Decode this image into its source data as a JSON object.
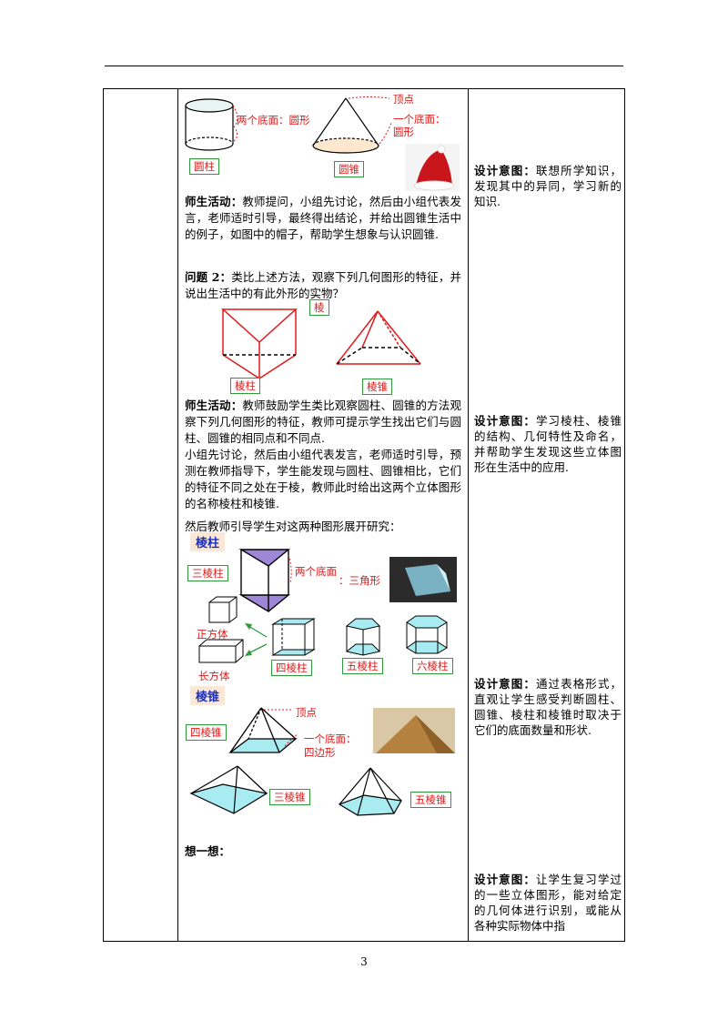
{
  "page_number": "3",
  "fig1": {
    "cylinder_label": "圆柱",
    "two_bases": "两个底面：圆形",
    "apex": "顶点",
    "one_base": "一个底面：",
    "one_base_shape": "圆形",
    "cone_label": "圆锥"
  },
  "para1": {
    "lead": "师生活动：",
    "text": "教师提问，小组先讨论，然后由小组代表发言，老师适时引导，最终得出结论，并给出圆锥生活中的例子，如图中的帽子，帮助学生想象与认识圆锥."
  },
  "q2": {
    "lead": "问题 2：",
    "text": "类比上述方法，观察下列几何图形的特征，并说出生活中的有此外形的实物？"
  },
  "fig2": {
    "edge": "棱",
    "prism": "棱柱",
    "pyramid": "棱锥"
  },
  "para2": {
    "lead": "师生活动：",
    "text1": "教师鼓励学生类比观察圆柱、圆锥的方法观察下列几何图形的特征，教师可提示学生找出它们与圆柱、圆锥的相同点和不同点.",
    "text2": "小组先讨论，然后由小组代表发言，老师适时引导，预测在教师指导下，学生能发现与圆柱、圆锥相比，它们的特征不同之处在于棱，教师此时给出这两个立体图形的名称棱柱和棱锥."
  },
  "para3": "然后教师引导学生对这两种图形展开研究：",
  "fig3": {
    "prism_tag": "棱柱",
    "tri_prism": "三棱柱",
    "two_bases": "两个底面",
    "triangle": "：三角形",
    "cube": "正方体",
    "cuboid": "长方体",
    "quad_prism": "四棱柱",
    "pent_prism": "五棱柱",
    "hex_prism": "六棱柱"
  },
  "fig4": {
    "pyramid_tag": "棱锥",
    "quad_pyramid": "四棱锥",
    "apex": "顶点",
    "one_base": "一个底面：",
    "quad": "四边形",
    "tri_pyramid": "三棱锥",
    "pent_pyramid": "五棱锥"
  },
  "think": "想一想：",
  "intents": [
    {
      "lead": "设计意图：",
      "text": "联想所学知识，发现其中的异同，学习新的知识."
    },
    {
      "lead": "设计意图：",
      "text": "学习棱柱、棱锥的结构、几何特性及命名，并帮助学生发现这些立体图形在生活中的应用."
    },
    {
      "lead": "设计意图：",
      "text": "通过表格形式，直观让学生感受判断圆柱、圆锥、棱柱和棱锥时取决于它们的底面数量和形状."
    },
    {
      "lead": "设计意图：",
      "text": "让学生复习学过的一些立体图形，能对给定的几何体进行识别，或能从各种实际物体中指"
    }
  ]
}
